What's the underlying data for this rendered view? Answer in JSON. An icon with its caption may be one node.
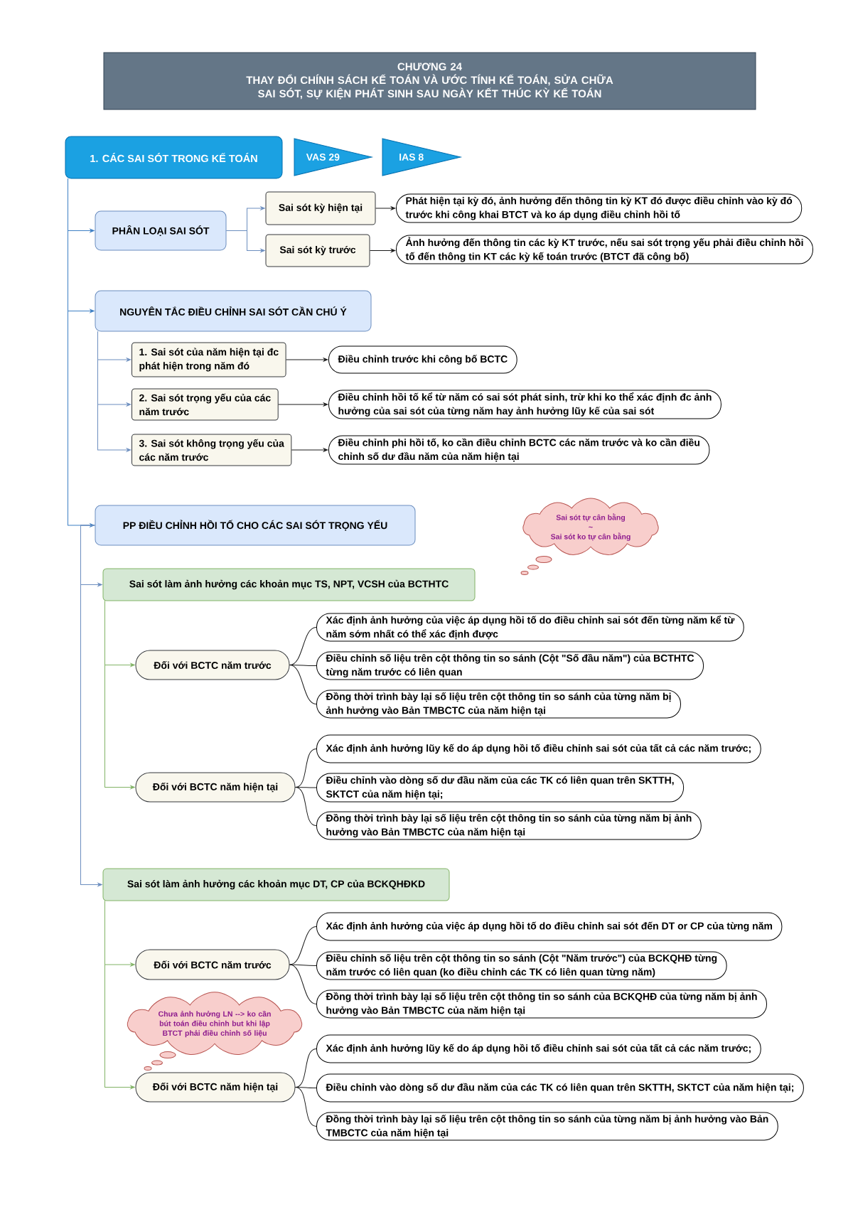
{
  "diagram": {
    "nodes": [
      {
        "text": [
          "CHƯƠNG 24",
          "THAY ĐỔI CHÍNH SÁCH KẾ TOÁN VÀ ƯỚC TÍNH KẾ TOÁN, SỬA CHỮA SAI SÓT, SỰ KIỆN PHÁT SINH SAU NGÀY KẾT THÚC KỲ KẾ TOÁN"
        ]
      },
      {
        "text": [
          "1. CÁC SAI SÓT TRONG KẾ TOÁN"
        ]
      },
      {
        "text": [
          "VAS 29"
        ]
      },
      {
        "text": [
          "IAS 8"
        ]
      },
      {
        "text": [
          "PHÂN LOẠI SAI SÓT"
        ]
      },
      {
        "text": [
          "Sai sót kỳ hiện tại"
        ]
      },
      {
        "text": [
          "Sai sót kỳ trước"
        ]
      },
      {
        "text": [
          "Phát hiện tại kỳ đó, ảnh hưởng đến thông tin kỳ KT đó được điều chỉnh vào kỳ đó trước khi công khai BTCT và ko áp dụng điều chỉnh hồi tố"
        ]
      },
      {
        "text": [
          "Ảnh hưởng đến thông tin các kỳ KT trước, nếu sai sót trọng yếu phải điều chỉnh hồi tố đến thông tin KT các kỳ kế toán trước (BTCT đã công bố)"
        ]
      },
      {
        "text": [
          "NGUYÊN TẮC ĐIỀU CHỈNH SAI SÓT CẦN CHÚ Ý"
        ]
      },
      {
        "text": [
          "1. Sai sót của năm hiện tại đc phát hiện trong năm đó"
        ]
      },
      {
        "text": [
          "Điều chỉnh trước khi công bố BCTC"
        ]
      },
      {
        "text": [
          "2. Sai sót trọng yếu của các năm trước"
        ]
      },
      {
        "text": [
          "Điều chỉnh hồi tố kể từ năm có sai sót phát sinh, trừ khi ko thể xác định đc ảnh hưởng của sai sót của từng năm hay ảnh hưởng lũy kế của sai sót"
        ]
      },
      {
        "text": [
          "3. Sai sót không trọng yếu của các năm trước"
        ]
      },
      {
        "text": [
          "Điều chỉnh phi hồi tố, ko cần điều chỉnh BCTC các năm trước và ko cần điều chỉnh số dư đầu năm của năm hiện tại"
        ]
      },
      {
        "text": [
          "PP ĐIỀU CHỈNH HỒI TỐ CHO CÁC SAI SÓT TRỌNG YẾU"
        ]
      },
      {
        "text": [
          "Sai sót tự cân bằng",
          "~",
          "Sai sót ko tự cân bằng"
        ]
      },
      {
        "text": [
          "Sai sót làm ảnh hưởng các khoản mục TS, NPT, VCSH của BCTHTC"
        ]
      },
      {
        "text": [
          "Đối với BCTC năm trước"
        ]
      },
      {
        "text": [
          "Xác định ảnh hưởng của việc áp dụng hồi tố do điều chỉnh sai sót đến từng năm kể từ năm sớm nhất có thể xác định được"
        ]
      },
      {
        "text": [
          "Điều chỉnh số liệu trên cột thông tin so sánh (Cột \"Số đầu năm\") của BCTHTC từng năm trước có liên quan"
        ]
      },
      {
        "text": [
          "Đồng thời trình bày lại số liệu trên cột thông tin so sánh của từng năm bị ảnh hưởng vào Bản TMBCTC của năm hiện tại"
        ]
      },
      {
        "text": [
          "Đối với BCTC năm hiện tại"
        ]
      },
      {
        "text": [
          "Xác định ảnh hưởng lũy kế do áp dụng hồi tố điều chỉnh sai sót của tất cả các năm trước;"
        ]
      },
      {
        "text": [
          "Điều chỉnh vào dòng số dư đầu năm của các TK có liên quan trên SKTTH, SKTCT của năm hiện tại;"
        ]
      },
      {
        "text": [
          "Đồng thời trình bày lại số liệu trên cột thông tin so sánh của từng năm bị ảnh hưởng vào Bản TMBCTC của năm hiện tại"
        ]
      },
      {
        "text": [
          "Sai sót làm ảnh hưởng các khoản mục DT, CP của BCKQHĐKD"
        ]
      },
      {
        "text": [
          "Đối với BCTC năm trước"
        ]
      },
      {
        "text": [
          "Xác định ảnh hưởng của việc áp dụng hồi tố do điều chỉnh sai sót đến DT or CP của từng năm"
        ]
      },
      {
        "text": [
          "Điều chỉnh số liệu trên cột thông tin so sánh (Cột \"Năm trước\") của BCKQHĐ từng năm trước có liên quan (ko điều chỉnh các TK có liên quan từng năm)"
        ]
      },
      {
        "text": [
          "Đồng thời trình bày lại số liệu trên cột thông tin so sánh của BCKQHĐ của từng năm bị ảnh hưởng vào Bản TMBCTC của năm hiện tại"
        ]
      },
      {
        "text": [
          "Chưa ảnh hưởng LN --> ko cần bút toán điều chỉnh but khi lập BTCT phải điều chỉnh số liệu"
        ]
      },
      {
        "text": [
          "Đối với BCTC năm hiện tại"
        ]
      },
      {
        "text": [
          "Xác định ảnh hưởng lũy kế do áp dụng hồi tố điều chỉnh sai sót của tất cả các năm trước;"
        ]
      },
      {
        "text": [
          "Điều chỉnh vào dòng số dư đầu năm của các TK có liên quan trên SKTTH, SKTCT của năm hiện tại;"
        ]
      },
      {
        "text": [
          "Đồng thời trình bày lại số liệu trên cột thông tin so sánh của từng năm bị ảnh hưởng vào Bản TMBCTC của năm hiện tại"
        ]
      }
    ],
    "edges": [
      {
        "from": 1,
        "to": 4,
        "arrow": "to",
        "color": "#3d7fc4"
      },
      {
        "from": 1,
        "to": 9,
        "arrow": "to",
        "color": "#3d7fc4"
      },
      {
        "from": 1,
        "to": 16,
        "arrow": "to",
        "color": "#3d7fc4"
      },
      {
        "from": 4,
        "to": 5,
        "arrow": "to",
        "color": "#6c8ebf"
      },
      {
        "from": 4,
        "to": 6,
        "arrow": "to",
        "color": "#6c8ebf"
      },
      {
        "from": 5,
        "to": 7,
        "arrow": "to"
      },
      {
        "from": 6,
        "to": 8,
        "arrow": "to"
      },
      {
        "from": 9,
        "to": 10,
        "arrow": "to",
        "color": "#6c8ebf"
      },
      {
        "from": 9,
        "to": 12,
        "arrow": "to",
        "color": "#6c8ebf"
      },
      {
        "from": 9,
        "to": 14,
        "arrow": "to",
        "color": "#6c8ebf"
      },
      {
        "from": 10,
        "to": 11,
        "arrow": "to"
      },
      {
        "from": 12,
        "to": 13,
        "arrow": "to"
      },
      {
        "from": 14,
        "to": 15,
        "arrow": "to"
      },
      {
        "from": 16,
        "to": 18,
        "arrow": "to",
        "color": "#6c8ebf"
      },
      {
        "from": 16,
        "to": 27,
        "arrow": "to",
        "color": "#6c8ebf"
      },
      {
        "from": 18,
        "to": 19,
        "arrow": "to",
        "color": "#82b366"
      },
      {
        "from": 18,
        "to": 23,
        "arrow": "to",
        "color": "#82b366"
      },
      {
        "from": 19,
        "to": 20,
        "arrow": "none"
      },
      {
        "from": 19,
        "to": 21,
        "arrow": "none"
      },
      {
        "from": 19,
        "to": 22,
        "arrow": "none"
      },
      {
        "from": 23,
        "to": 24,
        "arrow": "none"
      },
      {
        "from": 23,
        "to": 25,
        "arrow": "none"
      },
      {
        "from": 23,
        "to": 26,
        "arrow": "none"
      },
      {
        "from": 27,
        "to": 28,
        "arrow": "to",
        "color": "#82b366"
      },
      {
        "from": 27,
        "to": 33,
        "arrow": "to",
        "color": "#82b366"
      },
      {
        "from": 28,
        "to": 29,
        "arrow": "none"
      },
      {
        "from": 28,
        "to": 30,
        "arrow": "none"
      },
      {
        "from": 28,
        "to": 31,
        "arrow": "none"
      },
      {
        "from": 33,
        "to": 34,
        "arrow": "none"
      },
      {
        "from": 33,
        "to": 35,
        "arrow": "none"
      },
      {
        "from": 33,
        "to": 36,
        "arrow": "none"
      }
    ]
  }
}
